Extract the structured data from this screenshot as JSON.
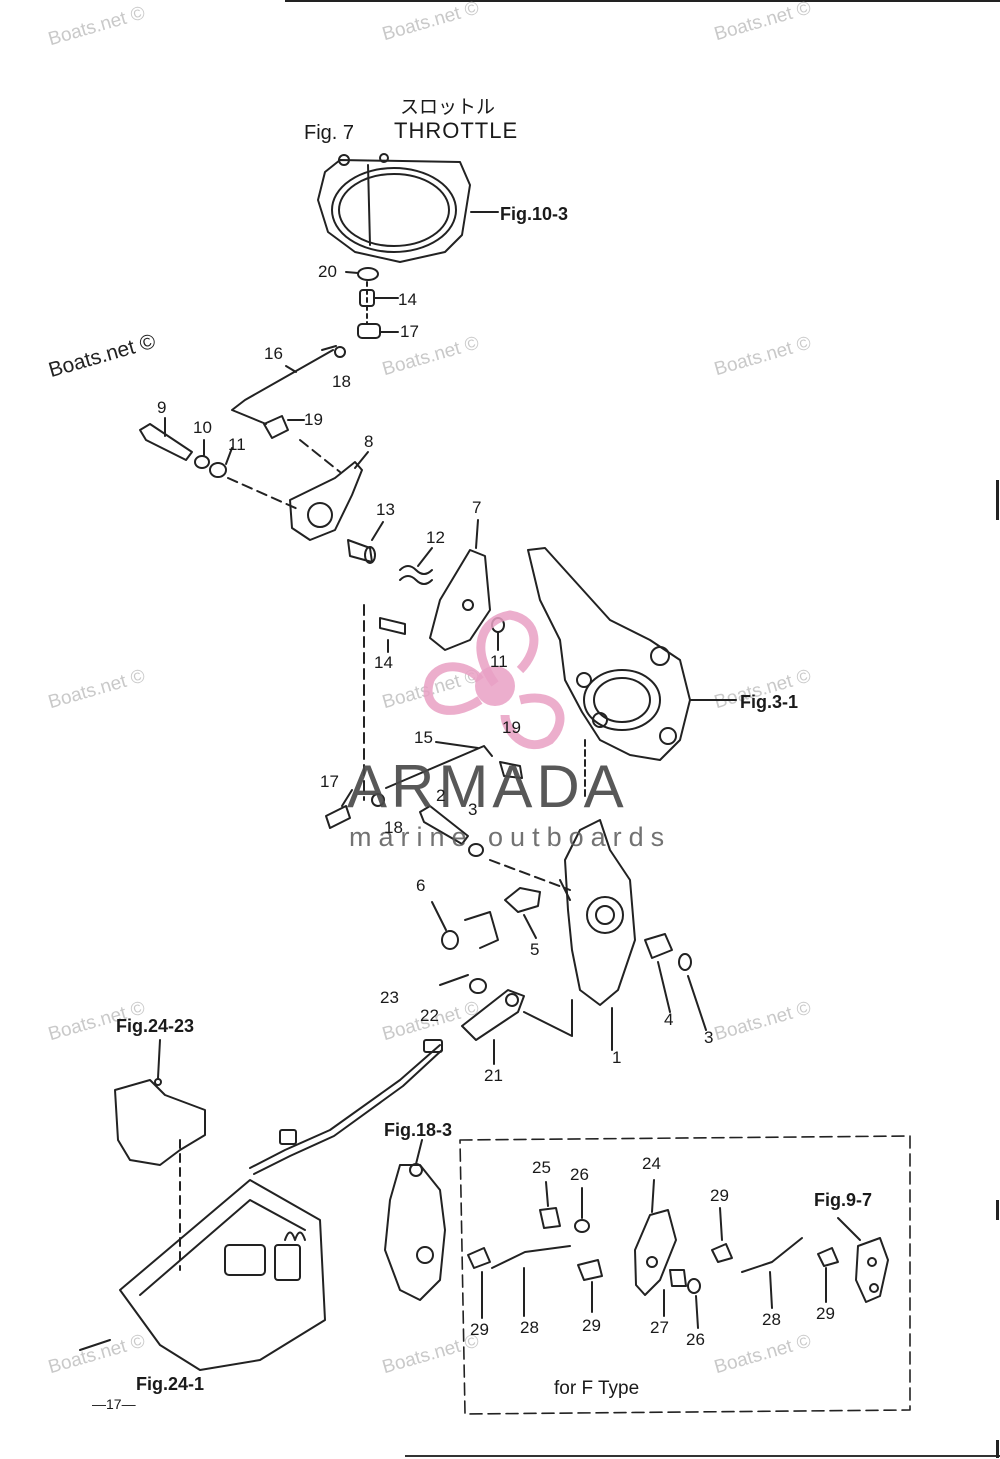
{
  "watermark": {
    "text": "Boats.net ©"
  },
  "header": {
    "title_jp": "スロットル",
    "fig_label": "Fig. 7",
    "title": "THROTTLE"
  },
  "figure_refs": {
    "fig_10_3": "Fig.10-3",
    "fig_3_1": "Fig.3-1",
    "fig_24_23": "Fig.24-23",
    "fig_18_3": "Fig.18-3",
    "fig_9_7": "Fig.9-7",
    "fig_24_1": "Fig.24-1"
  },
  "part_numbers": [
    "20",
    "14",
    "17",
    "16",
    "18",
    "9",
    "10",
    "11",
    "19",
    "8",
    "13",
    "12",
    "7",
    "14",
    "11",
    "15",
    "19",
    "17",
    "2",
    "3",
    "18",
    "6",
    "5",
    "4",
    "3",
    "1",
    "23",
    "22",
    "21",
    "25",
    "26",
    "24",
    "29",
    "29",
    "28",
    "29",
    "27",
    "26",
    "28",
    "29"
  ],
  "ftype_label": "for F Type",
  "page_number": "—17—",
  "logo": {
    "brand": "ARMADA",
    "sub": "marine outboards",
    "color": "#e9a0c4"
  }
}
